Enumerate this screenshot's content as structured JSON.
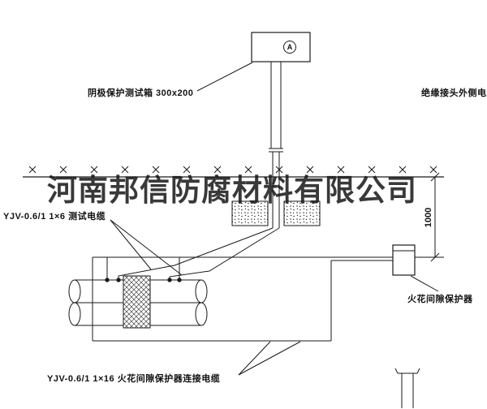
{
  "colors": {
    "ink": "#1a1a1a",
    "background": "#ffffff"
  },
  "watermark": {
    "company": "河南邦信防腐材料有限公司"
  },
  "labels": {
    "test_box": "阴极保护测试箱 300x200",
    "insulated_joint_cable": "绝缘接头外侧电缆",
    "test_cable": "YJV-0.6/1 1×6  测试电缆",
    "spark_gap_protector": "火花间隙保护器",
    "protector_cable": "YJV-0.6/1 1×16  火花间隙保护器连接电缆",
    "dimension_1000": "1000",
    "ammeter": "A"
  }
}
